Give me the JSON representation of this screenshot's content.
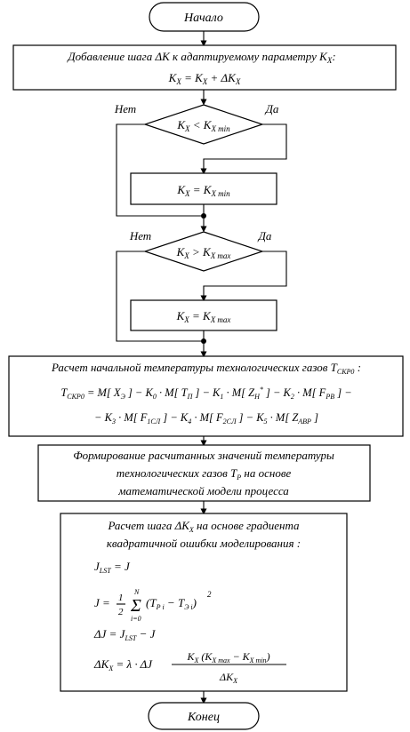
{
  "start": {
    "label": "Начало"
  },
  "end": {
    "label": "Конец"
  },
  "step1": {
    "text": "Добавление шага ΔK к адаптируемому параметру K",
    "sub": "X",
    "colon": ":",
    "formula": "K_X = K_X + ΔK_X"
  },
  "decision_min": {
    "no_label": "Нет",
    "yes_label": "Да",
    "condition": "K_X < K_X min"
  },
  "assign_min": {
    "formula": "K_X = K_X min"
  },
  "decision_max": {
    "no_label": "Нет",
    "yes_label": "Да",
    "condition": "K_X > K_X max"
  },
  "assign_max": {
    "formula": "K_X = K_X max"
  },
  "step2": {
    "text": "Расчет начальной температуры технологических газов T",
    "sub": "СКР0",
    "colon": " :",
    "formula_line1": "T_СКР0 = M[X_Э] − K_0·M[T_П] − K_1·M[Z*_H] − K_2·M[F_РВ] −",
    "formula_line2": "− K_3·M[F_1СЛ] − K_4·M[F_2СЛ] − K_5·M[Z_АВР]"
  },
  "step3": {
    "line1": "Формирование расчитанных значений температуры",
    "line2": "технологических газов T",
    "line2_sub": "Р",
    "line2_tail": " на основе",
    "line3": "математической модели процесса"
  },
  "step4": {
    "line1": "Расчет шага ΔK",
    "line1_sub": "X",
    "line1_tail": " на основе градиента",
    "line2": "квадратичной ошибки моделирования :",
    "f1": "J_LST = J",
    "f2": "J = 1/2 Σ_{i=0}^{N} (T_Р i − T_Э i)^2",
    "f3": "ΔJ = J_LST − J",
    "f4": "ΔK_X = λ·ΔJ · K_X(K_X max − K_X min) / ΔK_X"
  }
}
